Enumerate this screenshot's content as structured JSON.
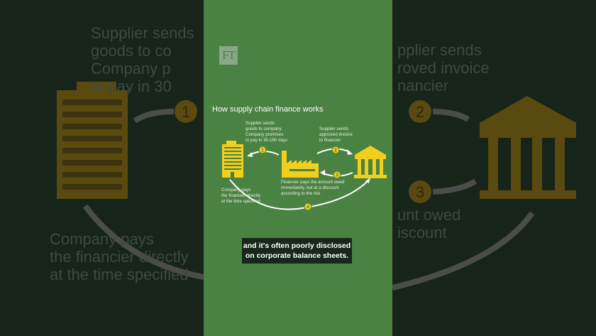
{
  "background": {
    "left_text_top": "Supplier sends\ngoods to co\nCompany p\nto pay in 30",
    "right_text_top": "pplier sends\nroved invoice\nnancier",
    "left_text_bottom": "Company pays\nthe financier directly\nat the time specified",
    "right_text_bottom": "unt owed\niscount",
    "step_numbers": [
      "1",
      "2",
      "3"
    ]
  },
  "logo": "FT",
  "diagram": {
    "title": "How supply chain finance works",
    "step1": "Supplier sends\ngoods to company.\nCompany promises\nto pay in 30-180 days",
    "step2": "Supplier sends\napproved invoice\nto financier",
    "step3": "Financier pays the amount owed\nimmediately, but at a discount\naccording to the risk",
    "step4": "Company pays\nthe financier directly\nat the time specified",
    "numbers": [
      "1",
      "2",
      "3",
      "4"
    ]
  },
  "subtitle": "and it's often poorly disclosed\non corporate balance sheets.",
  "colors": {
    "accent": "#f2cf1c",
    "panel": "#4a8244",
    "background": "#16241a"
  }
}
